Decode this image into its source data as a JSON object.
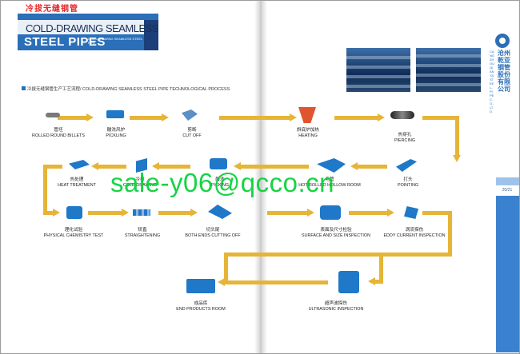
{
  "header": {
    "cn": "冷拔无缝钢管",
    "line1": "COLD-DRAWING SEAMLESS",
    "line2": "STEEL PIPES",
    "sub": "COLD-DRAWING SEAMLESS STEEL PIPE"
  },
  "side": {
    "company_cn": "沧州乾亚钢管股份有限公司",
    "company_en": "CANGZHOU QIANYA STEEL-PIPE CO.,LTD.",
    "page": "20/21"
  },
  "process_title": "冷拔无缝钢管生产工艺流程/ COLD-DRAWING SEAMLESS STEEL PIPE TECHNOLOGICAL PROCESS",
  "steps": [
    {
      "id": "rolled",
      "cn": "管坯",
      "en": "ROLLED ROUND BILLETS"
    },
    {
      "id": "pickling",
      "cn": "酸洗风炉",
      "en": "PICKLING"
    },
    {
      "id": "cutoff",
      "cn": "剪断",
      "en": "CUT OFF"
    },
    {
      "id": "heating",
      "cn": "斜底炉加热",
      "en": "HEATING"
    },
    {
      "id": "piercing",
      "cn": "热穿孔",
      "en": "PIERCING"
    },
    {
      "id": "pointing",
      "cn": "打头",
      "en": "POINTING"
    },
    {
      "id": "hollow",
      "cn": "毛管",
      "en": "HOT ROLLED HOLLOW ROOM"
    },
    {
      "id": "pickling2",
      "cn": "酸洗",
      "en": "PICKING"
    },
    {
      "id": "colddraw",
      "cn": "冷拔",
      "en": "COLD DRAWING"
    },
    {
      "id": "heat",
      "cn": "热处理",
      "en": "HEAT TREATMENT"
    },
    {
      "id": "physical",
      "cn": "理化试验",
      "en": "PHYSICAL CHEMISTRY TEST"
    },
    {
      "id": "straight",
      "cn": "矫直",
      "en": "STRAIGHTENING"
    },
    {
      "id": "bothends",
      "cn": "切头尾",
      "en": "BOTH ENDS CUTTING OFF"
    },
    {
      "id": "surface",
      "cn": "表面及尺寸检验",
      "en": "SURFACE AND SIZE INSPECTION"
    },
    {
      "id": "eddy",
      "cn": "涡流探伤",
      "en": "EDDY CURRENT INSPECTION"
    },
    {
      "id": "ultra",
      "cn": "超声波探伤",
      "en": "ULTRASONIC INSPECTION"
    },
    {
      "id": "end",
      "cn": "成品库",
      "en": "END PRODUCTS ROOM"
    }
  ],
  "watermark": "sale-y06@qcco.cn",
  "colors": {
    "accent": "#2a6fb8",
    "flow": "#e6b437",
    "watermark": "#0ad23c"
  }
}
